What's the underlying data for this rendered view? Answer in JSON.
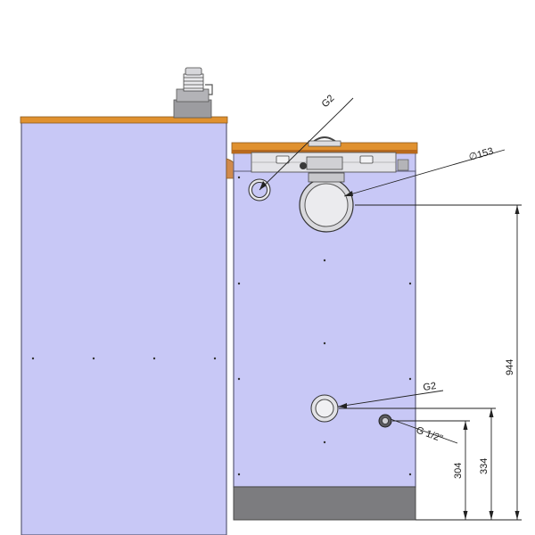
{
  "colors": {
    "panel": "#c8c8f6",
    "panel_stroke": "#5b5b77",
    "top": "#e0912f",
    "top_dark": "#b8691d",
    "gray": "#a9a9ad",
    "dark": "#3a3a3a",
    "base": "#7c7c7f",
    "line": "#222222"
  },
  "labels": {
    "g2_top": "G2",
    "d153": "∅153",
    "g2_mid": "G2",
    "g_half": "G 1/2\"",
    "dim_944": "944",
    "dim_334": "334",
    "dim_304": "304"
  }
}
